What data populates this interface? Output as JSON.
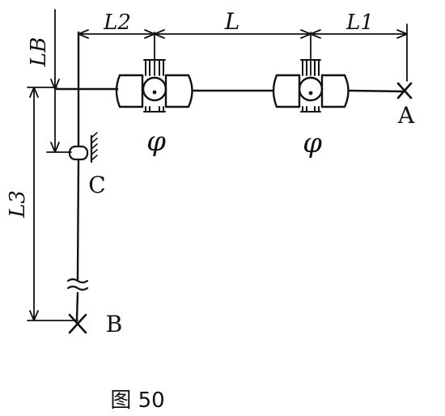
{
  "diagram": {
    "dimension_labels": {
      "top_left": "L2",
      "top_middle": "L",
      "top_right": "L1",
      "left_upper": "LB",
      "left_lower": "L3"
    },
    "joint_labels": {
      "left": "φ",
      "right": "φ"
    },
    "point_labels": {
      "a": "A",
      "b": "B",
      "c": "C"
    }
  },
  "caption": "图 50"
}
